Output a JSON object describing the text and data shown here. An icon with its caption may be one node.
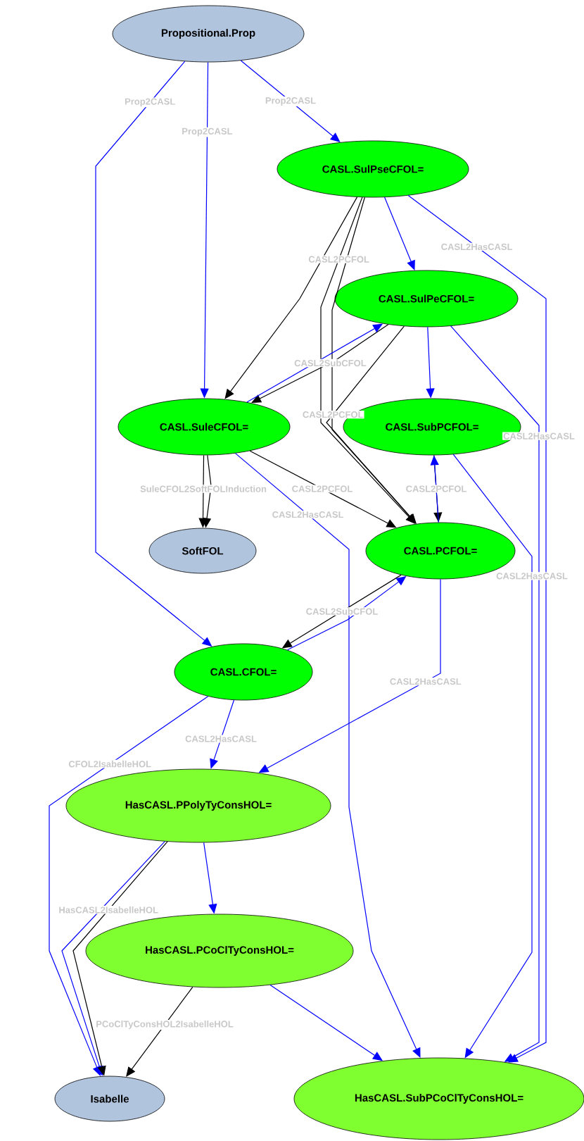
{
  "diagram": {
    "nodes": [
      {
        "text": [
          "Propositional.Prop"
        ]
      },
      {
        "text": [
          "CASL.SulPseCFOL="
        ]
      },
      {
        "text": [
          "CASL.SulPeCFOL="
        ]
      },
      {
        "text": [
          "CASL.SuleCFOL="
        ]
      },
      {
        "text": [
          "CASL.SubPCFOL="
        ]
      },
      {
        "text": [
          "SoftFOL"
        ]
      },
      {
        "text": [
          "CASL.PCFOL="
        ]
      },
      {
        "text": [
          "CASL.CFOL="
        ]
      },
      {
        "text": [
          "HasCASL.PPolyTyConsHOL="
        ]
      },
      {
        "text": [
          "HasCASL.PCoClTyConsHOL="
        ]
      },
      {
        "text": [
          "Isabelle"
        ]
      },
      {
        "text": [
          "HasCASL.SubPCoClTyConsHOL="
        ]
      }
    ],
    "edges": [
      {
        "from": 0,
        "to": 1,
        "arrow": "to",
        "label": "Prop2CASL"
      },
      {
        "from": 0,
        "to": 3,
        "arrow": "to",
        "label": "Prop2CASL"
      },
      {
        "from": 0,
        "to": 7,
        "arrow": "to",
        "label": "Prop2CASL"
      },
      {
        "from": 1,
        "to": 2,
        "arrow": "to"
      },
      {
        "from": 1,
        "to": 3,
        "arrow": "to",
        "color": "#000000"
      },
      {
        "from": 1,
        "to": 6,
        "arrow": "to",
        "color": "#000000",
        "label": "CASL2PCFOL"
      },
      {
        "from": 1,
        "to": 6,
        "arrow": "to",
        "color": "#000000"
      },
      {
        "from": 1,
        "to": 11,
        "arrow": "to",
        "label": "CASL2HasCASL"
      },
      {
        "from": 2,
        "to": 3,
        "arrow": "to",
        "color": "#000000",
        "label": "CASL2SubCFOL"
      },
      {
        "from": 3,
        "to": 2,
        "arrow": "to"
      },
      {
        "from": 2,
        "to": 6,
        "arrow": "to",
        "color": "#000000",
        "label": "CASL2PCFOL"
      },
      {
        "from": 2,
        "to": 4,
        "arrow": "to"
      },
      {
        "from": 2,
        "to": 11,
        "arrow": "to",
        "label": "CASL2HasCASL"
      },
      {
        "from": 3,
        "to": 5,
        "arrow": "to",
        "color": "#000000",
        "label": "SuleCFOL2SoftFOLInduction"
      },
      {
        "from": 3,
        "to": 5,
        "arrow": "to",
        "color": "#000000"
      },
      {
        "from": 3,
        "to": 6,
        "arrow": "to",
        "color": "#000000",
        "label": "CASL2PCFOL"
      },
      {
        "from": 3,
        "to": 11,
        "arrow": "to",
        "label": "CASL2HasCASL"
      },
      {
        "from": 4,
        "to": 6,
        "arrow": "to",
        "color": "#000000",
        "label": "CASL2PCFOL"
      },
      {
        "from": 6,
        "to": 4,
        "arrow": "to"
      },
      {
        "from": 4,
        "to": 11,
        "arrow": "to",
        "label": "CASL2HasCASL"
      },
      {
        "from": 6,
        "to": 7,
        "arrow": "to",
        "color": "#000000",
        "label": "CASL2SubCFOL"
      },
      {
        "from": 7,
        "to": 6,
        "arrow": "to"
      },
      {
        "from": 6,
        "to": 8,
        "arrow": "to",
        "label": "CASL2HasCASL"
      },
      {
        "from": 7,
        "to": 8,
        "arrow": "to",
        "label": "CASL2HasCASL"
      },
      {
        "from": 7,
        "to": 10,
        "arrow": "to",
        "label": "CFOL2IsabelleHOL"
      },
      {
        "from": 8,
        "to": 9,
        "arrow": "to"
      },
      {
        "from": 8,
        "to": 10,
        "arrow": "to"
      },
      {
        "from": 8,
        "to": 10,
        "arrow": "to",
        "color": "#000000",
        "label": "HasCASL2IsabelleHOL"
      },
      {
        "from": 9,
        "to": 10,
        "arrow": "to",
        "color": "#000000",
        "label": "PCoClTyConsHOL2IsabelleHOL"
      },
      {
        "from": 9,
        "to": 11,
        "arrow": "to"
      }
    ]
  }
}
